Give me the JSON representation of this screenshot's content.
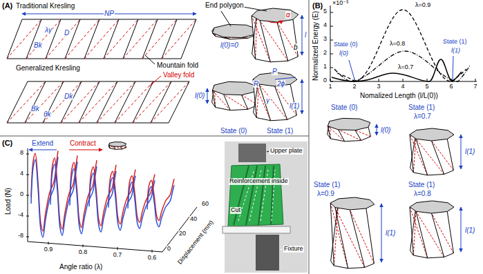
{
  "diagram": {
    "labels": [
      "(A)",
      "Traditional Kresling",
      "NP",
      "Bk",
      "D",
      "λγ",
      "End polygon",
      "l(0)=0",
      "α",
      "l",
      "b",
      "Mountain fold",
      "Generalized Kresling",
      "Valley fold",
      "Bk",
      "Dk",
      "θk",
      "l(0)",
      "State (0)",
      "P",
      "R",
      "2ϕ",
      "γ",
      "l(1)",
      "State (1)",
      "(B)",
      "×10⁻³",
      "Normalized Energy (E)",
      "0",
      "1",
      "2",
      "3",
      "4",
      "5",
      "1",
      "2",
      "3",
      "4",
      "5",
      "6",
      "7",
      "Nomalized Length (l/L(0))",
      "λ=0.9",
      "λ=0.8",
      "λ=0.7",
      "State (0)",
      "l(0)",
      "State (1)",
      "l(1)",
      "State (0)",
      "l(0)",
      "State (1)",
      "λ=0.7",
      "l(1)",
      "State (1)",
      "λ=0.9",
      "l(1)",
      "State (1)",
      "λ=0.8",
      "l(1)",
      "(C)",
      "Extend",
      "Contract",
      "Load (N)",
      "8",
      "4",
      "0",
      "-4",
      "-8",
      "Angle ratio (λ)",
      "0.9",
      "0.8",
      "0.7",
      "0.6",
      "Displacement (mm)",
      "0",
      "20",
      "40",
      "60",
      "Upper plate",
      "Reinforcement inside",
      "Cut",
      "Fixture"
    ]
  }
}
